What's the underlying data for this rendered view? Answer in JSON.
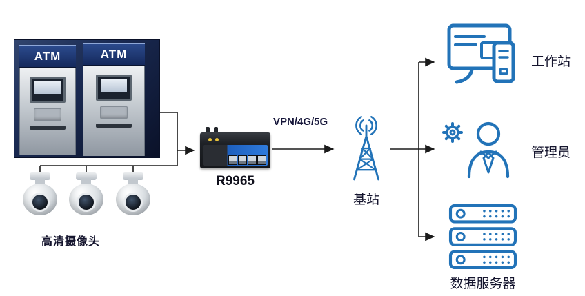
{
  "colors": {
    "icon_blue": "#2273b8",
    "line": "#1b1b1b",
    "text": "#15152e",
    "atm_panel_bg": "#1a2a52"
  },
  "atm_area": {
    "atm_label": "ATM"
  },
  "cameras": {
    "label": "高清摄像头"
  },
  "router": {
    "label": "R9965"
  },
  "wan_link": {
    "label": "VPN/4G/5G"
  },
  "base_station": {
    "label": "基站"
  },
  "endpoints": {
    "workstation": {
      "label": "工作站"
    },
    "admin": {
      "label": "管理员"
    },
    "data_server": {
      "label": "数据服务器"
    }
  }
}
